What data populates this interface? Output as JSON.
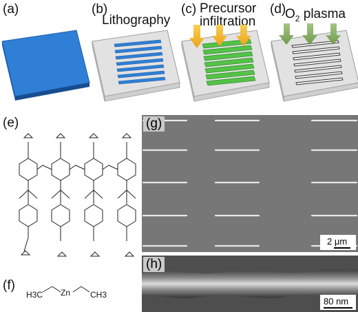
{
  "panels": {
    "a": {
      "label": "(a)",
      "title": "SU-8"
    },
    "b": {
      "label": "(b)",
      "title": "Lithography"
    },
    "c": {
      "label": "(c)",
      "title_line1": "Precursor",
      "title_line2": "infiltration"
    },
    "d": {
      "label": "(d)",
      "title_o": "O",
      "title_sub": "2",
      "title_rest": "plasma"
    },
    "e": {
      "label": "(e)"
    },
    "f": {
      "label": "(f)",
      "molecule": {
        "left": "H3C",
        "center": "Zn",
        "right": "CH3"
      }
    },
    "g": {
      "label": "(g)",
      "scalebar": "2 μm"
    },
    "h": {
      "label": "(h)",
      "scalebar": "80 nm"
    }
  },
  "colors": {
    "su8_blue": "#2f7fd6",
    "precursor_green": "#54c247",
    "precursor_arrow": "#f3b72a",
    "plasma_arrow": "#8fb36b",
    "substrate_gray": "#dcdcdc",
    "sem_background": "#7a7a7a"
  },
  "text": {
    "chem_H3C": "H3C",
    "chem_CH3": "CH3"
  }
}
